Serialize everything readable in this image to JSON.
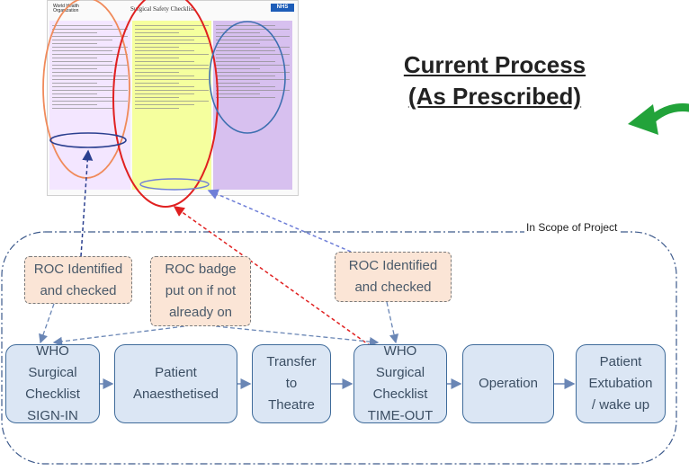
{
  "checklist": {
    "org": "World Health Organization",
    "title": "Surgical Safety Checklist",
    "nhs": "NHS"
  },
  "title": {
    "line1": "Current Process",
    "line2": "(As Prescribed)"
  },
  "scope_label": "In Scope of Project",
  "callouts": [
    {
      "text": [
        "ROC Identified",
        "and checked"
      ]
    },
    {
      "text": [
        "ROC badge",
        "put on if not",
        "already on"
      ]
    },
    {
      "text": [
        "ROC Identified",
        "and checked"
      ]
    }
  ],
  "process_steps": [
    {
      "text": [
        "WHO",
        "Surgical",
        "Checklist",
        "SIGN-IN"
      ]
    },
    {
      "text": [
        "Patient",
        "Anaesthetised"
      ]
    },
    {
      "text": [
        "Transfer",
        "to",
        "Theatre"
      ]
    },
    {
      "text": [
        "WHO",
        "Surgical",
        "Checklist",
        "TIME-OUT"
      ]
    },
    {
      "text": [
        "Operation"
      ]
    },
    {
      "text": [
        "Patient",
        "Extubation",
        "/ wake up"
      ]
    }
  ],
  "colors": {
    "box_fill": "#dbe6f4",
    "box_border": "#3f6b9a",
    "callout_fill": "#fbe5d6",
    "red": "#e02020",
    "blue_dashed": "#6f7fd8",
    "dark_blue_dashed": "#2a3f8f",
    "orange_ellipse": "#f08a5a",
    "green_arrow": "#22a33a"
  },
  "icons": [
    "who-logo-icon",
    "nhs-logo-icon",
    "curved-back-arrow-icon"
  ]
}
